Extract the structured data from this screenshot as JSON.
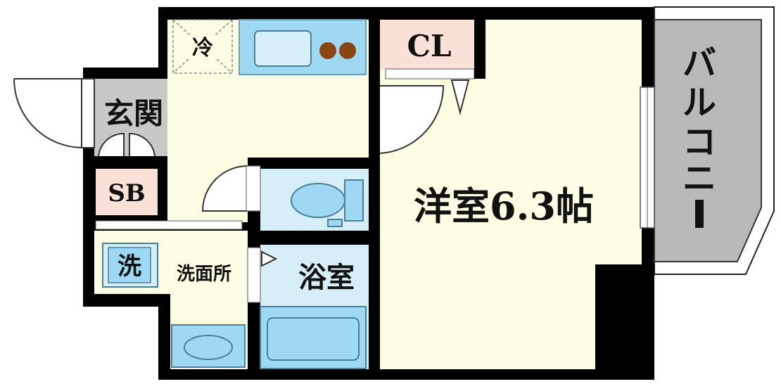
{
  "rooms": {
    "entrance": "玄関",
    "shoe_box": "SB",
    "fridge": "冷",
    "closet": "CL",
    "western_room": "洋室6.3帖",
    "washroom": "洗面所",
    "washer": "洗",
    "bathroom": "浴室",
    "balcony": [
      "バ",
      "ル",
      "コ",
      "ニ",
      "ー"
    ]
  },
  "colors": {
    "wall": "#000000",
    "floor": "#fdfde3",
    "entrance_floor": "#c8c8c8",
    "balcony": "#b9b9b9",
    "equipment": "#9fd8f2",
    "wet_area": "#d6eef8",
    "storage": "#f9e1d8"
  }
}
